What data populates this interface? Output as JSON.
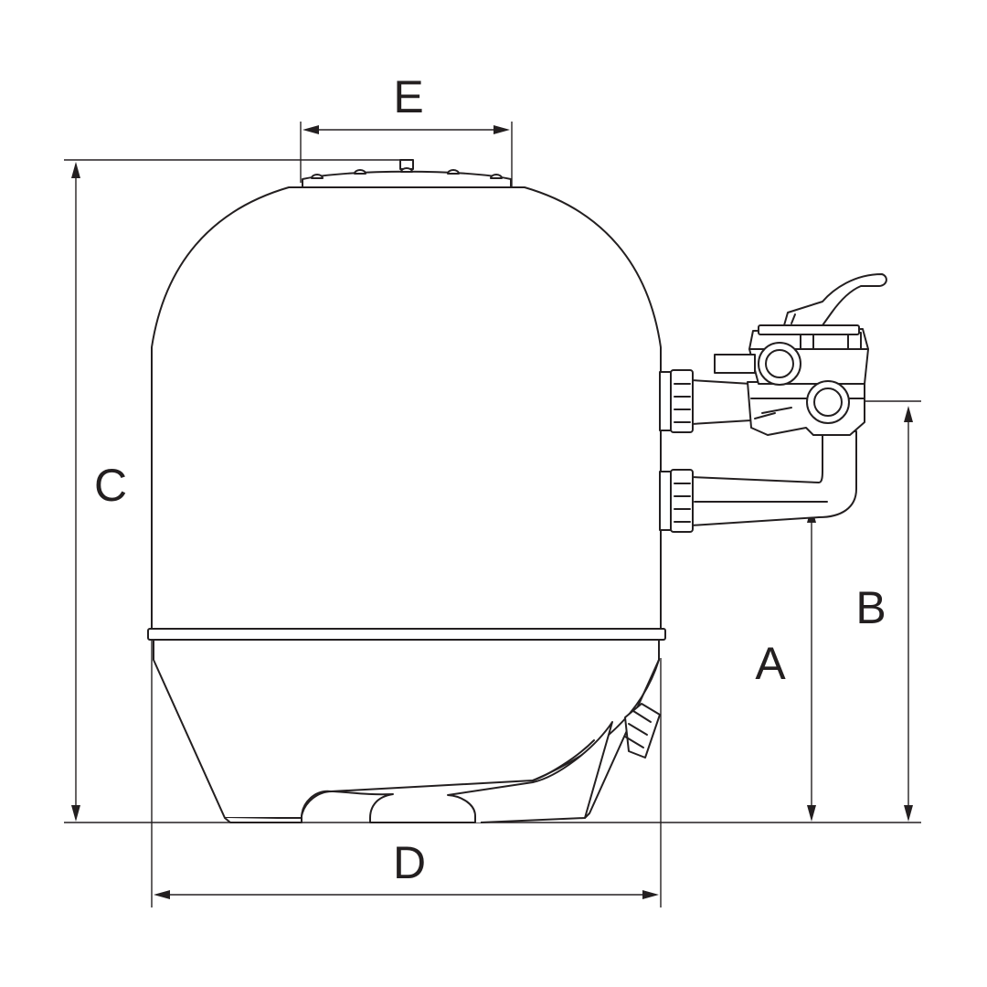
{
  "diagram": {
    "line_color": "#231f20",
    "background": "#ffffff",
    "dimension_labels": {
      "a": "A",
      "b": "B",
      "c": "C",
      "d": "D",
      "e": "E"
    }
  }
}
